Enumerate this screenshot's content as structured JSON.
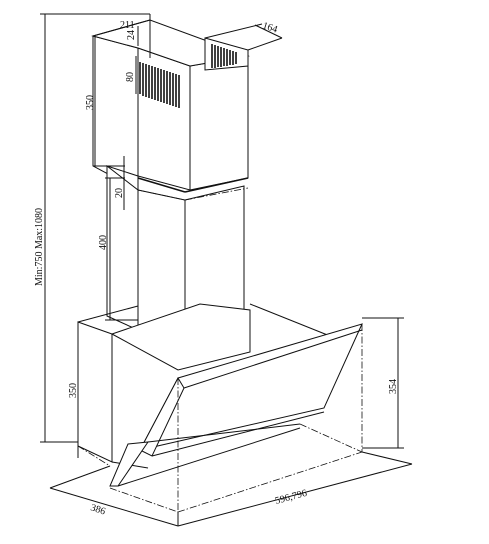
{
  "dimensions": {
    "chimney_width": "211",
    "chimney_top_offset": "24",
    "chimney_depth": "164",
    "vent_height": "80",
    "upper_chimney_height": "350",
    "overlap": "20",
    "lower_chimney_height": "400",
    "total_height": "Min:750  Max:1080",
    "body_height": "350",
    "glass_height": "354",
    "hood_depth": "386",
    "hood_width": "596,796"
  },
  "colors": {
    "line": "#111111",
    "background": "#ffffff"
  }
}
